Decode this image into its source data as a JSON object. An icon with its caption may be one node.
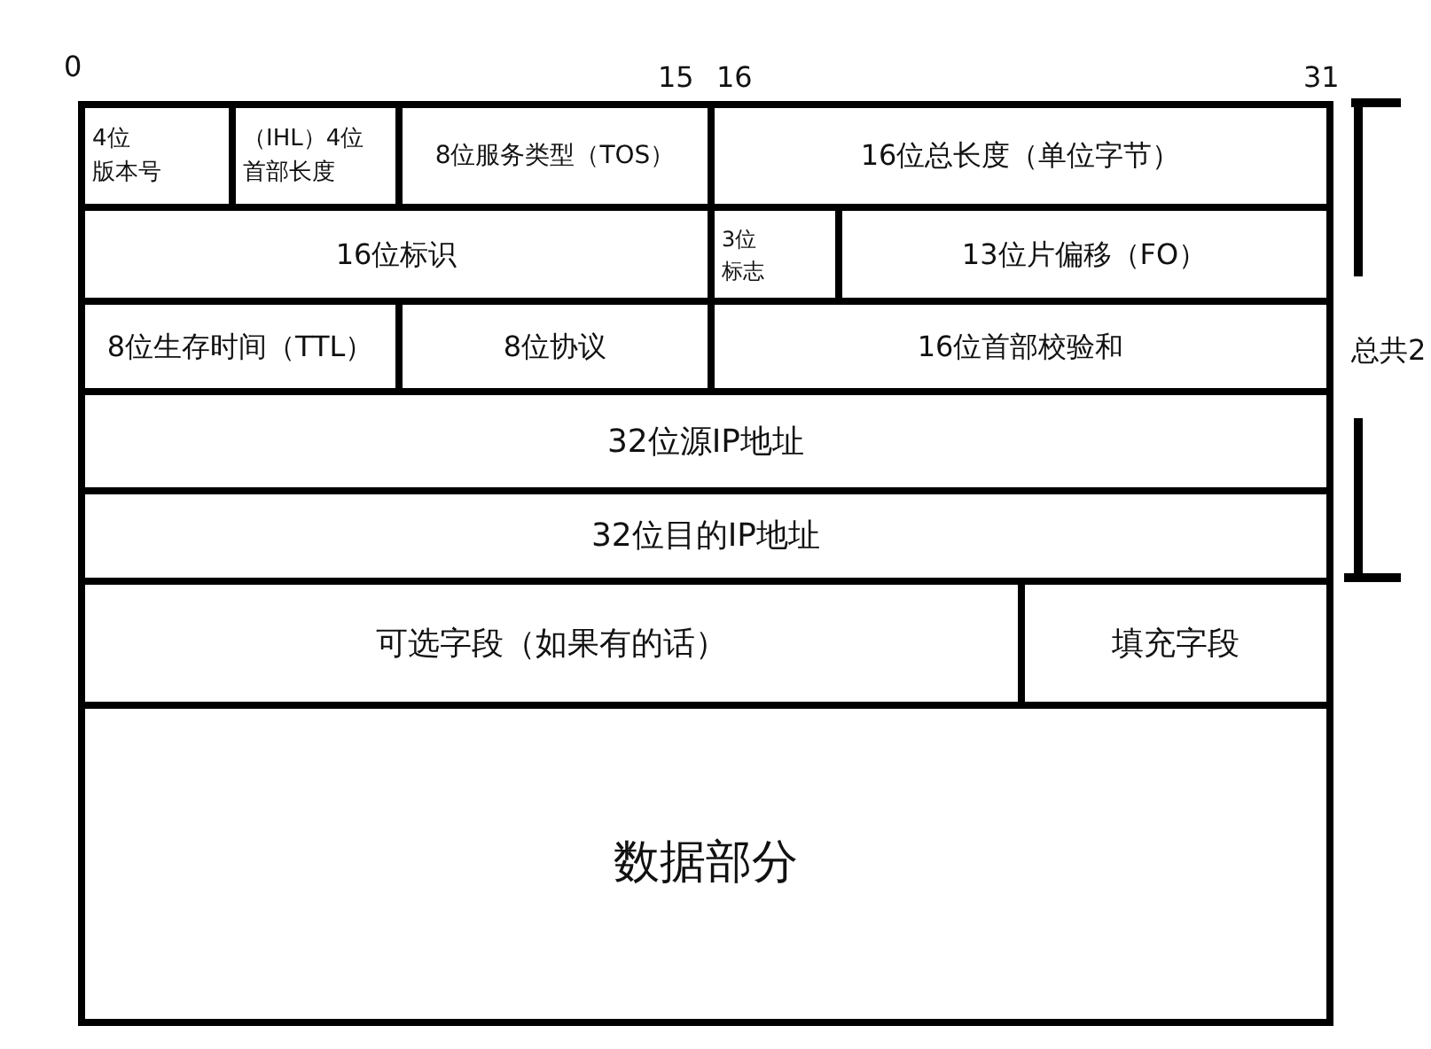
{
  "diagram": {
    "nodes": [
      {
        "text": [
          "4位",
          "版本号"
        ]
      },
      {
        "text": [
          "（IHL）4位",
          "首部长度"
        ]
      },
      {
        "text": [
          "8位服务类型（TOS）"
        ]
      },
      {
        "text": [
          "16位总长度（单位字节）"
        ]
      },
      {
        "text": [
          "16位标识"
        ]
      },
      {
        "text": [
          "3位",
          "标志"
        ]
      },
      {
        "text": [
          "13位片偏移（FO）"
        ]
      },
      {
        "text": [
          "8位生存时间（TTL）"
        ]
      },
      {
        "text": [
          "8位协议"
        ]
      },
      {
        "text": [
          "16位首部校验和"
        ]
      },
      {
        "text": [
          "32位源IP地址"
        ]
      },
      {
        "text": [
          "32位目的IP地址"
        ]
      },
      {
        "text": [
          "可选字段（如果有的话）"
        ]
      },
      {
        "text": [
          "填充字段"
        ]
      },
      {
        "text": [
          "数据部分"
        ]
      }
    ],
    "edges": [],
    "labels": [
      "0",
      "15",
      "16",
      "31",
      "总共2"
    ]
  }
}
